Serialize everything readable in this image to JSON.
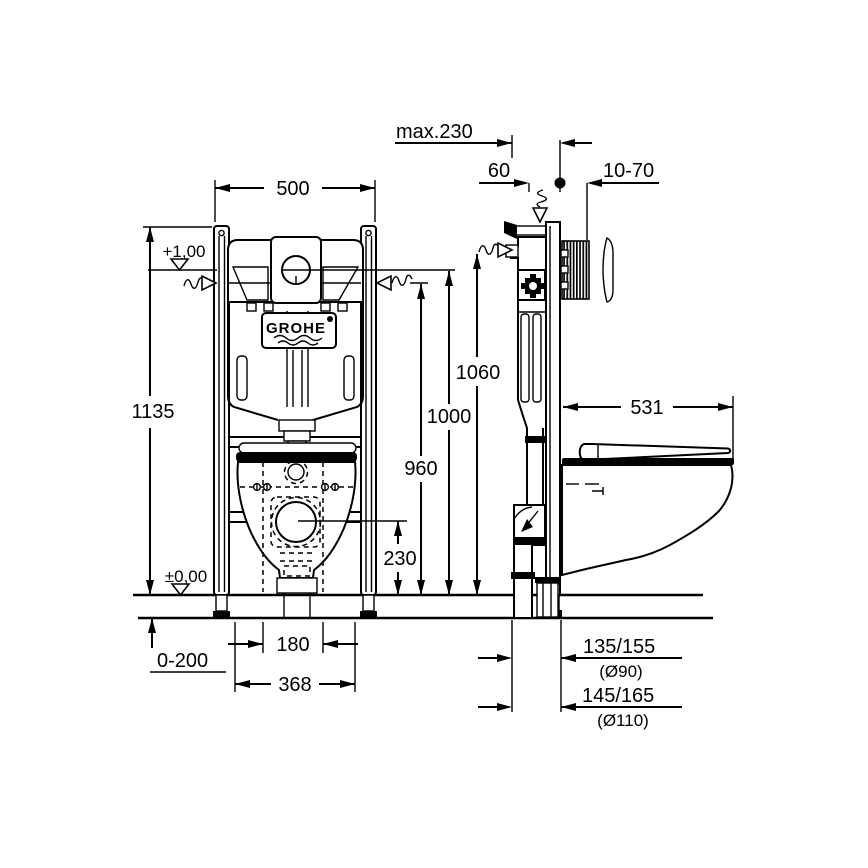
{
  "brand": {
    "logo": "GROHE"
  },
  "front": {
    "width": "500",
    "height": "1135",
    "level_top": "+1,00",
    "level_floor": "±0,00",
    "floor_adjust": "0-200",
    "bolt_spacing": "180",
    "outlet_width": "368",
    "drain_height": "230",
    "supply_height": "960",
    "plate_height": "1000",
    "bend_height": "1060"
  },
  "side": {
    "wall_max": "max.230",
    "frame_offset": "60",
    "plate_range": "10-70",
    "bowl_depth": "531",
    "offset_small": "135/155",
    "offset_small_dia": "(Ø90)",
    "offset_large": "145/165",
    "offset_large_dia": "(Ø110)"
  }
}
